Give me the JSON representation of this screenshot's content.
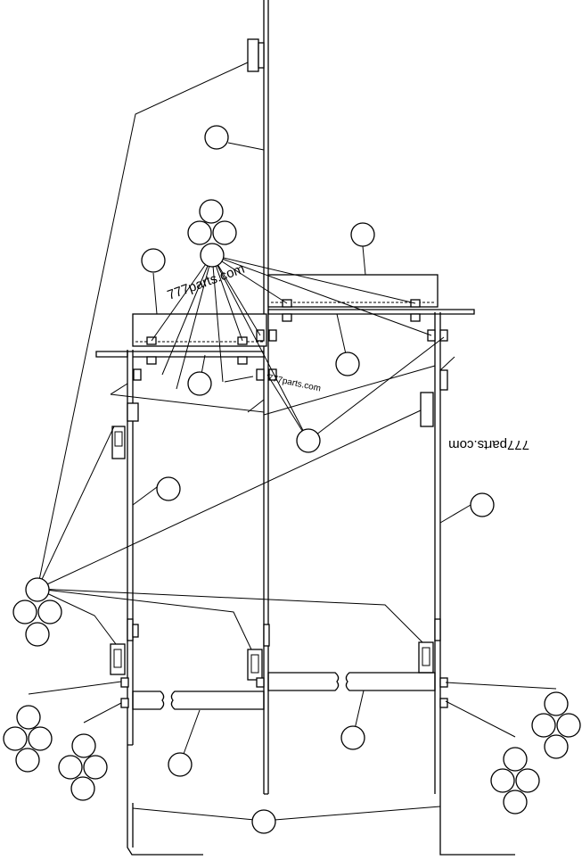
{
  "watermarks": [
    "777parts.com",
    "777parts.com",
    "777parts.com"
  ]
}
